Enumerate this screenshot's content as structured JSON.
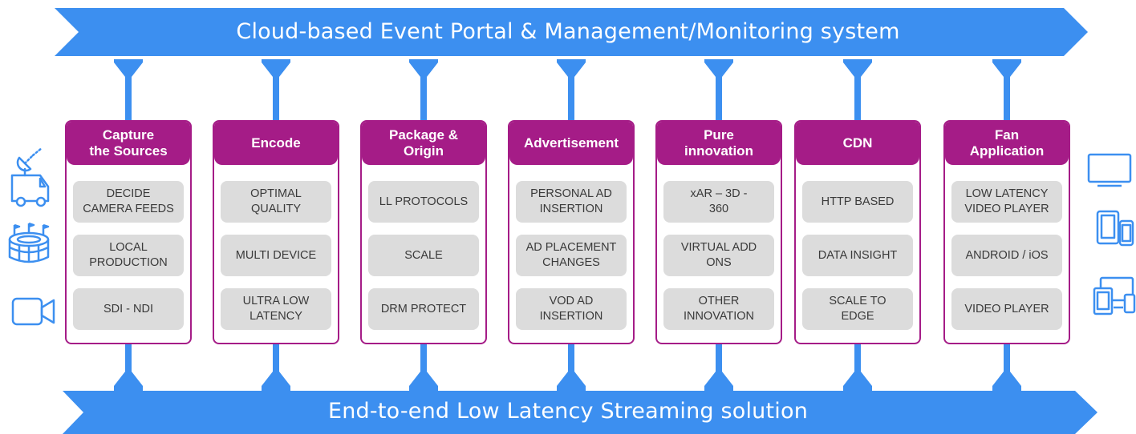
{
  "top_banner": {
    "text": "Cloud-based Event Portal & Management/Monitoring system"
  },
  "bottom_banner": {
    "text": "End-to-end Low Latency Streaming solution"
  },
  "colors": {
    "banner_blue": "#3c8ff0",
    "column_purple": "#a51c87",
    "item_gray": "#dcdcdc",
    "icon_blue": "#3c8ff0"
  },
  "columns": [
    {
      "title": "Capture\nthe Sources",
      "items": [
        "DECIDE\nCAMERA FEEDS",
        "LOCAL\nPRODUCTION",
        "SDI - NDI"
      ]
    },
    {
      "title": "Encode",
      "items": [
        "OPTIMAL\nQUALITY",
        "MULTI DEVICE",
        "ULTRA LOW\nLATENCY"
      ]
    },
    {
      "title": "Package &\nOrigin",
      "items": [
        "LL PROTOCOLS",
        "SCALE",
        "DRM PROTECT"
      ]
    },
    {
      "title": "Advertisement",
      "items": [
        "PERSONAL AD\nINSERTION",
        "AD PLACEMENT\nCHANGES",
        "VOD AD\nINSERTION"
      ]
    },
    {
      "title": "Pure\ninnovation",
      "items": [
        "xAR – 3D -\n360",
        "VIRTUAL ADD\nONS",
        "OTHER\nINNOVATION"
      ]
    },
    {
      "title": "CDN",
      "items": [
        "HTTP BASED",
        "DATA INSIGHT",
        "SCALE TO\nEDGE"
      ]
    },
    {
      "title": "Fan\nApplication",
      "items": [
        "LOW LATENCY\nVIDEO PLAYER",
        "ANDROID / iOS",
        "VIDEO PLAYER"
      ]
    }
  ],
  "left_icons": [
    "satellite-truck-icon",
    "stadium-icon",
    "video-camera-icon"
  ],
  "right_icons": [
    "monitor-icon",
    "tablet-phone-icon",
    "multi-device-icon"
  ]
}
